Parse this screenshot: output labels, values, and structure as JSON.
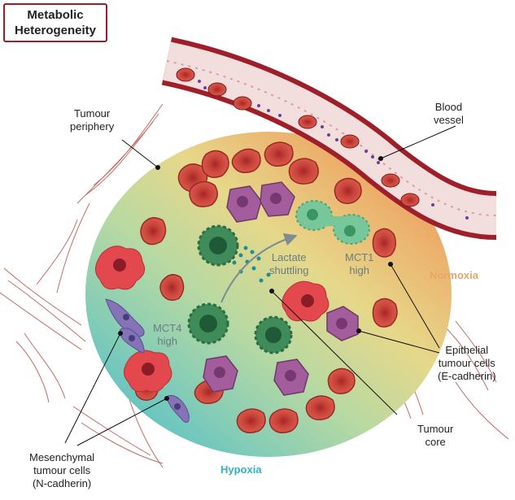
{
  "title": {
    "line1": "Metabolic",
    "line2": "Heterogeneity"
  },
  "labels": {
    "tumour_periphery": [
      "Tumour",
      "periphery"
    ],
    "blood_vessel": [
      "Blood",
      "vessel"
    ],
    "lactate_shuttling": [
      "Lactate",
      "shuttling"
    ],
    "mct1_high": [
      "MCT1",
      "high"
    ],
    "mct4_high": [
      "MCT4",
      "high"
    ],
    "normoxia": "Normoxia",
    "hypoxia": "Hypoxia",
    "epithelial": [
      "Epithelial",
      "tumour cells",
      "(E-cadherin)"
    ],
    "tumour_core": [
      "Tumour",
      "core"
    ],
    "mesenchymal": [
      "Mesenchymal",
      "tumour cells",
      "(N-cadherin)"
    ]
  },
  "colors": {
    "normoxia": "#e8a56a",
    "hypoxia": "#2fb3c0",
    "red_cell": "#c8443a",
    "vessel": "#9e1f2a",
    "epithelial_cell": "#a35d9c",
    "mct_cell": "#3f8c5a",
    "necrotic": "#e2484d",
    "mesenchymal": "#8573b8"
  }
}
